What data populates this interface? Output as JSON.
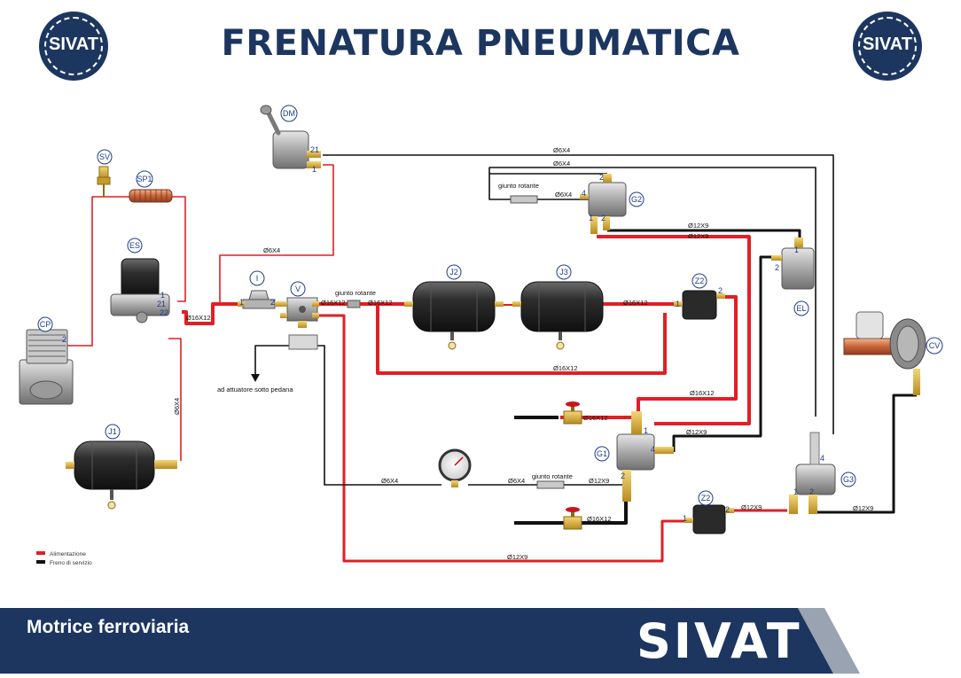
{
  "title": "FRENATURA PNEUMATICA",
  "logo_text": "SIVAT",
  "footer": {
    "caption": "Motrice ferroviaria",
    "brand": "SIVAT"
  },
  "colors": {
    "navy": "#1c3660",
    "supply_line": "#e11f26",
    "service_line": "#111111",
    "component_label": "#1f3c8e"
  },
  "legend": [
    {
      "label": "Alimentazione",
      "color": "#e11f26"
    },
    {
      "label": "Freno di servizio",
      "color": "#111111"
    }
  ],
  "components": {
    "SV": "SV",
    "SP1": "SP1",
    "ES": "ES",
    "CP": "CP",
    "J1": "J1",
    "I": "I",
    "V": "V",
    "DM": "DM",
    "J2": "J2",
    "J3": "J3",
    "Z2a": "Z2",
    "Z2b": "Z2",
    "G1": "G1",
    "G2": "G2",
    "G3": "G3",
    "EL": "EL",
    "CV": "CV"
  },
  "pipe_labels": {
    "dm_top": "Ø6X4",
    "g2_top": "Ø6X4",
    "g2_swivel": "Ø6X4",
    "v_to_dm": "Ø6X4",
    "es_out": "Ø16X12",
    "v_out": "Ø16X12",
    "j2_in": "Ø16X12",
    "j3_out": "Ø16X12",
    "tank_loop": "Ø16X12",
    "to_valve_top": "Ø16X12",
    "valve_top": "Ø16X12",
    "valve_bottom": "Ø16X12",
    "g2_a": "Ø12X9",
    "g2_b": "Ø12X9",
    "g1_out": "Ø12X9",
    "swivel_bottom": "Ø12X9",
    "bottom_loop": "Ø12X9",
    "z2b_out": "Ø12X9",
    "g3_out": "Ø12X9",
    "gauge_left": "Ø6X4",
    "gauge_right": "Ø6X4",
    "j1_line": "Ø6X4"
  },
  "texts": {
    "swivel_1": "giunto rotante",
    "swivel_2": "giunto rotante",
    "swivel_3": "giunto rotante",
    "actuator": "ad attuatore sotto pedana"
  },
  "port_numbers": {
    "cp": "2",
    "es_1": "1",
    "es_21": "21",
    "es_22": "22",
    "i_1": "1",
    "i_2": "2",
    "dm_21": "21",
    "dm_1": "1",
    "z2a_1": "1",
    "z2a_2": "2",
    "g2_2": "2",
    "g2_4": "4",
    "g2_1": "1",
    "g2_2b": "2",
    "el_1": "1",
    "el_2": "2",
    "g1_1": "1",
    "g1_2": "2",
    "g1_4": "4",
    "z2b_1": "1",
    "z2b_2": "2",
    "g3_1": "1",
    "g3_2": "2",
    "g3_4": "4"
  }
}
